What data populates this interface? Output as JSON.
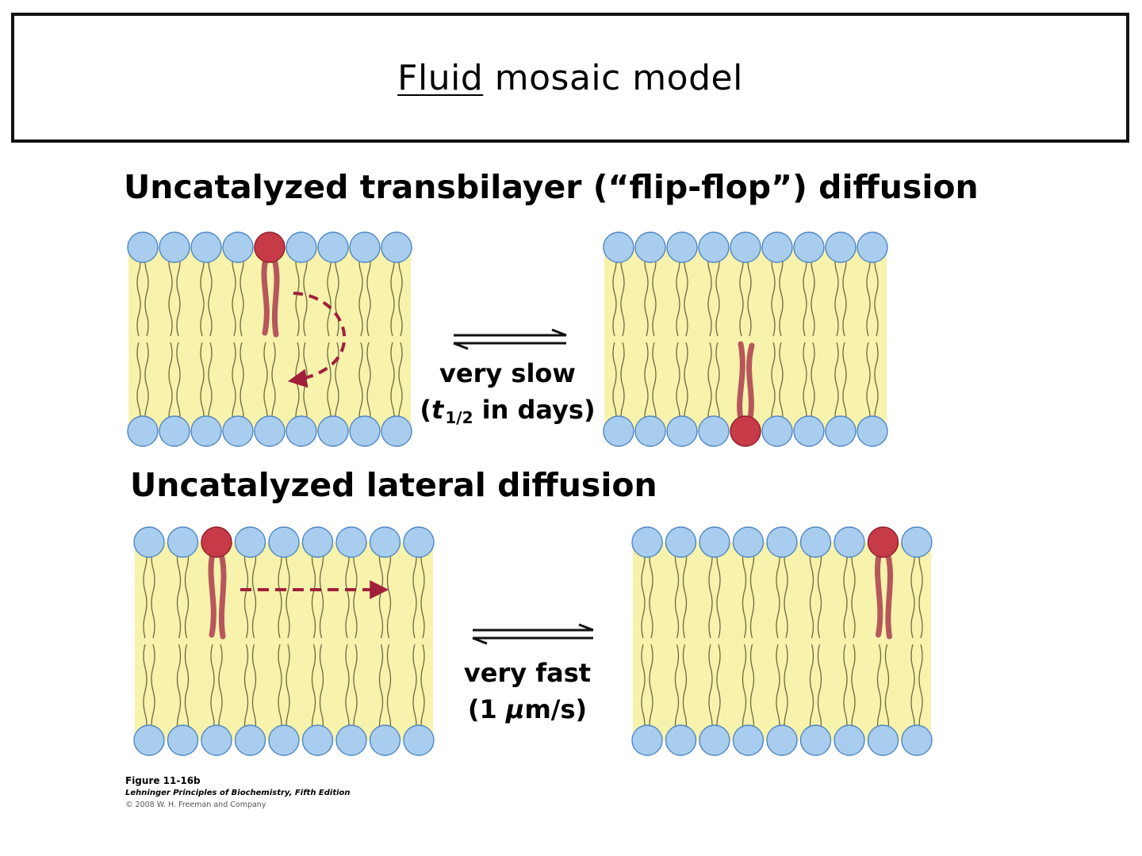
{
  "slide": {
    "title_underlined": "Fluid",
    "title_rest": " mosaic model"
  },
  "panels": [
    {
      "heading": "Uncatalyzed transbilayer (“flip-flop”) diffusion",
      "rate_line1": "very slow",
      "rate_open": "(",
      "rate_var": "t",
      "rate_sub": "1/2",
      "rate_rest": " in days)"
    },
    {
      "heading": "Uncatalyzed lateral diffusion",
      "rate_line1": "very fast",
      "rate_open": "(1 ",
      "rate_mu": "μ",
      "rate_rest": "m/s)"
    }
  ],
  "credit": {
    "figure": "Figure 11-16b",
    "book": "Lehninger Principles of Biochemistry, Fifth Edition",
    "copyright": "© 2008 W. H. Freeman and Company"
  },
  "colors": {
    "head_blue": "#a9cdee",
    "head_blue_edge": "#4f86c2",
    "tail_yellow": "#f7f2ac",
    "tail_edge": "#6b6b40",
    "marked_red": "#c73a48",
    "marked_tail": "#b14a55",
    "arrow_dash": "#a0203c"
  },
  "icons": {
    "equilibrium": "equilibrium-arrows-icon",
    "flip": "curved-dashed-arrow-icon",
    "lateral": "straight-dashed-arrow-icon"
  }
}
